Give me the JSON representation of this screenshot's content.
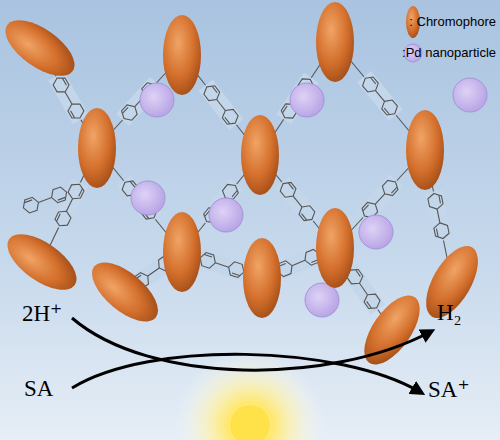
{
  "diagram": {
    "labels": [
      "2H⁺",
      "H₂",
      "SA",
      "SA⁺"
    ],
    "legend": [
      {
        "text": ": Chromophore"
      },
      {
        "text": ":Pd nanoparticle"
      }
    ]
  }
}
